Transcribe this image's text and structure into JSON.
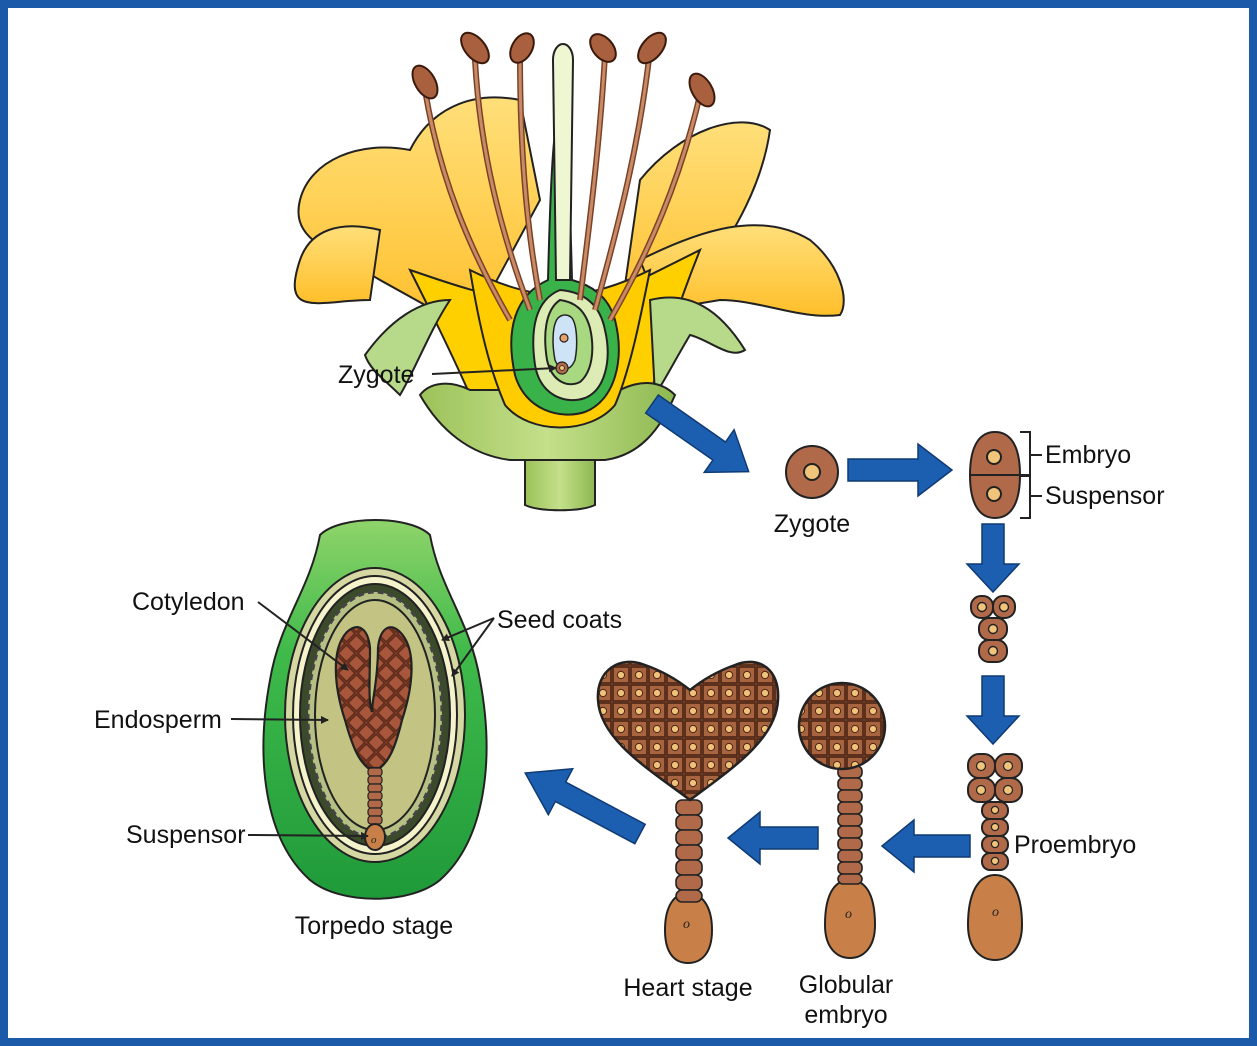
{
  "colors": {
    "border": "#1a5aa8",
    "arrow": "#1c5fb0",
    "cell": "#b06a4a",
    "nucleus": "#f0c47a",
    "suspensor_base": "#c98048",
    "petal": "#ffd23a",
    "petal_light": "#ffe890",
    "green": "#3bb54a",
    "green_light": "#a6d67c",
    "ovule_green": "#dcecb4",
    "stamen": "#a86a4a"
  },
  "labels": {
    "zygote_flower": "Zygote",
    "zygote": "Zygote",
    "embryo": "Embryo",
    "suspensor_top": "Suspensor",
    "proembryo": "Proembryo",
    "globular_line1": "Globular",
    "globular_line2": "embryo",
    "heart_stage": "Heart stage",
    "torpedo_stage": "Torpedo stage",
    "cotyledon": "Cotyledon",
    "seed_coats": "Seed coats",
    "endosperm": "Endosperm",
    "suspensor_seed": "Suspensor"
  }
}
